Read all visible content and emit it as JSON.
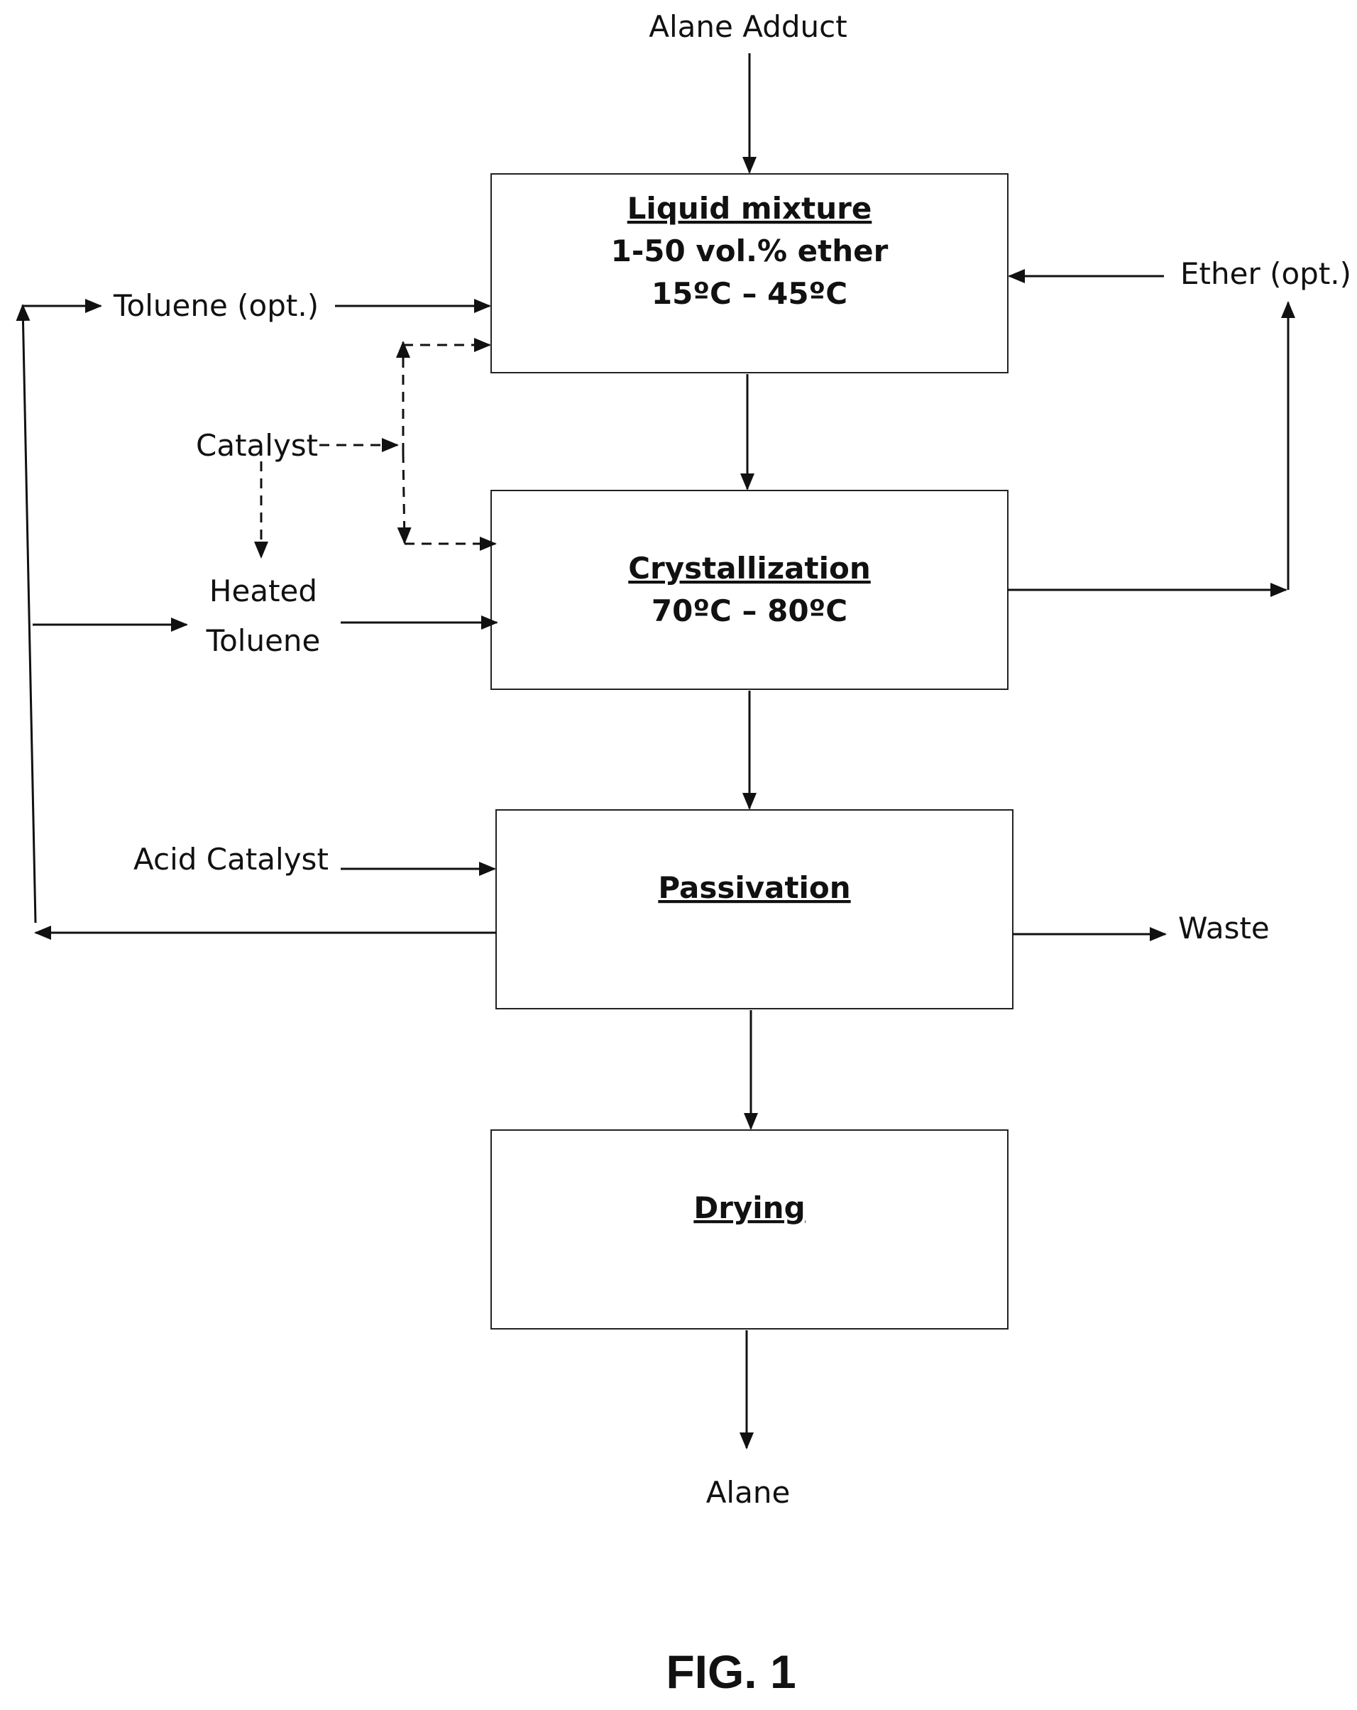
{
  "inputs": {
    "alane_adduct": "Alane Adduct",
    "toluene_opt": "Toluene (opt.)",
    "ether_opt": "Ether (opt.)",
    "catalyst": "Catalyst",
    "heated_toluene_line1": "Heated",
    "heated_toluene_line2": "Toluene",
    "acid_catalyst": "Acid Catalyst"
  },
  "outputs": {
    "waste": "Waste",
    "alane": "Alane"
  },
  "steps": {
    "liquid_mixture": {
      "title": "Liquid mixture",
      "line1": "1-50 vol.% ether",
      "line2": "15ºC – 45ºC"
    },
    "crystallization": {
      "title": "Crystallization",
      "line1": "70ºC – 80ºC"
    },
    "passivation": {
      "title": "Passivation"
    },
    "drying": {
      "title": "Drying"
    }
  },
  "figure_label": "FIG. 1"
}
